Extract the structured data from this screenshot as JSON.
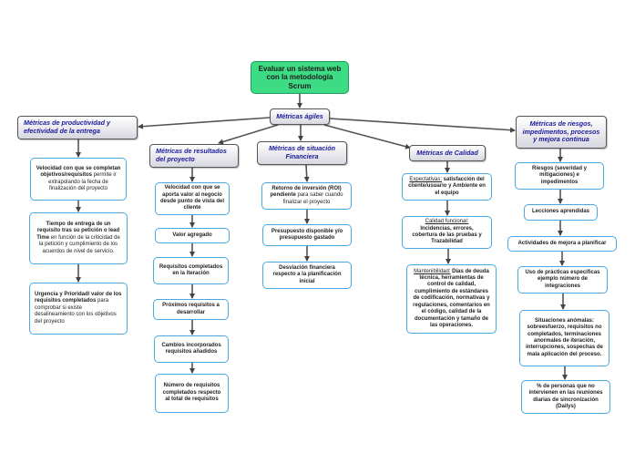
{
  "diagram": {
    "root": {
      "label": "Evaluar un sistema web con la metodología Scrum"
    },
    "hub": {
      "label": "Métricas ágiles"
    },
    "categories": [
      {
        "label": "Métricas de productividad y efectividad de la entrega",
        "items": [
          {
            "bold": "Velocidad con que se completan objetivos/requisitos",
            "normal": " permite ir extrapolando la fecha de finalización del proyecto"
          },
          {
            "bold": "Tiempo de entrega de un requisito tras su petición o lead Time",
            "normal": " en función de la criticidad de la petición y cumplimiento  de los acuerdos de nivel de servicio."
          },
          {
            "bold": "Urgencia y Prioridad/ valor de los requisitos completados",
            "normal": " para comprobar si existe desalineamiento con los objetivos del proyecto"
          }
        ]
      },
      {
        "label": "Métricas de resultados del proyecto",
        "items": [
          {
            "bold": "Velocidad con que se aporta valor al negocio desde punto de vista del cliente"
          },
          {
            "bold": "Valor agregado"
          },
          {
            "bold": "Requisitos completados en la iteración"
          },
          {
            "bold": "Próximos requisitos a desarrollar"
          },
          {
            "bold": "Cambios incorporados requisitos añadidos"
          },
          {
            "bold": "Número de requisitos completados respecto al total de requisitos"
          }
        ]
      },
      {
        "label": "Métricas de situación Financiera",
        "items": [
          {
            "bold": "Retorno de inversión (ROI) pendiente",
            "normal": " para saber cuando finalizar el proyecto"
          },
          {
            "bold": "Presupuesto disponible y/o presupuesto gastado"
          },
          {
            "bold": "Desviación financiera respecto a la planificación inicial"
          }
        ]
      },
      {
        "label": "Métricas de Calidad",
        "items": [
          {
            "underline": "Expectativas:",
            "bold": " satisfacción del cliente/usuario y Ambiente en el equipo"
          },
          {
            "underline": "Calidad funcional:",
            "bold": " Incidencias, errores, cobertura de las pruebas y Trazabilidad"
          },
          {
            "underline": "Mantenibilidad:",
            "bold": " Días de deuda técnica, herramientas de control de calidad, cumplimiento de estándares de codificación, normativas y regulaciones, comentarios en el código, calidad de la documentación y tamaño de las operaciones."
          }
        ]
      },
      {
        "label": "Métricas de riesgos, impedimentos, procesos y mejora continua",
        "items": [
          {
            "bold": "Riesgos (severidad y mitigaciones) e impedimentos"
          },
          {
            "bold": "Lecciones aprendidas"
          },
          {
            "bold": "Actividades de mejora a planificar"
          },
          {
            "bold": "Uso de prácticas específicas ejemplo número de integraciones"
          },
          {
            "bold": "Situaciones anómalas: sobreesfuerzo, requisitos no completados, terminaciones anormales de iteración, interrupciones, sospechas de mala aplicación del proceso."
          },
          {
            "bold": "% de personas que no intervienen en las reuniones diarias de sincronización (Dailys)"
          }
        ]
      }
    ]
  }
}
